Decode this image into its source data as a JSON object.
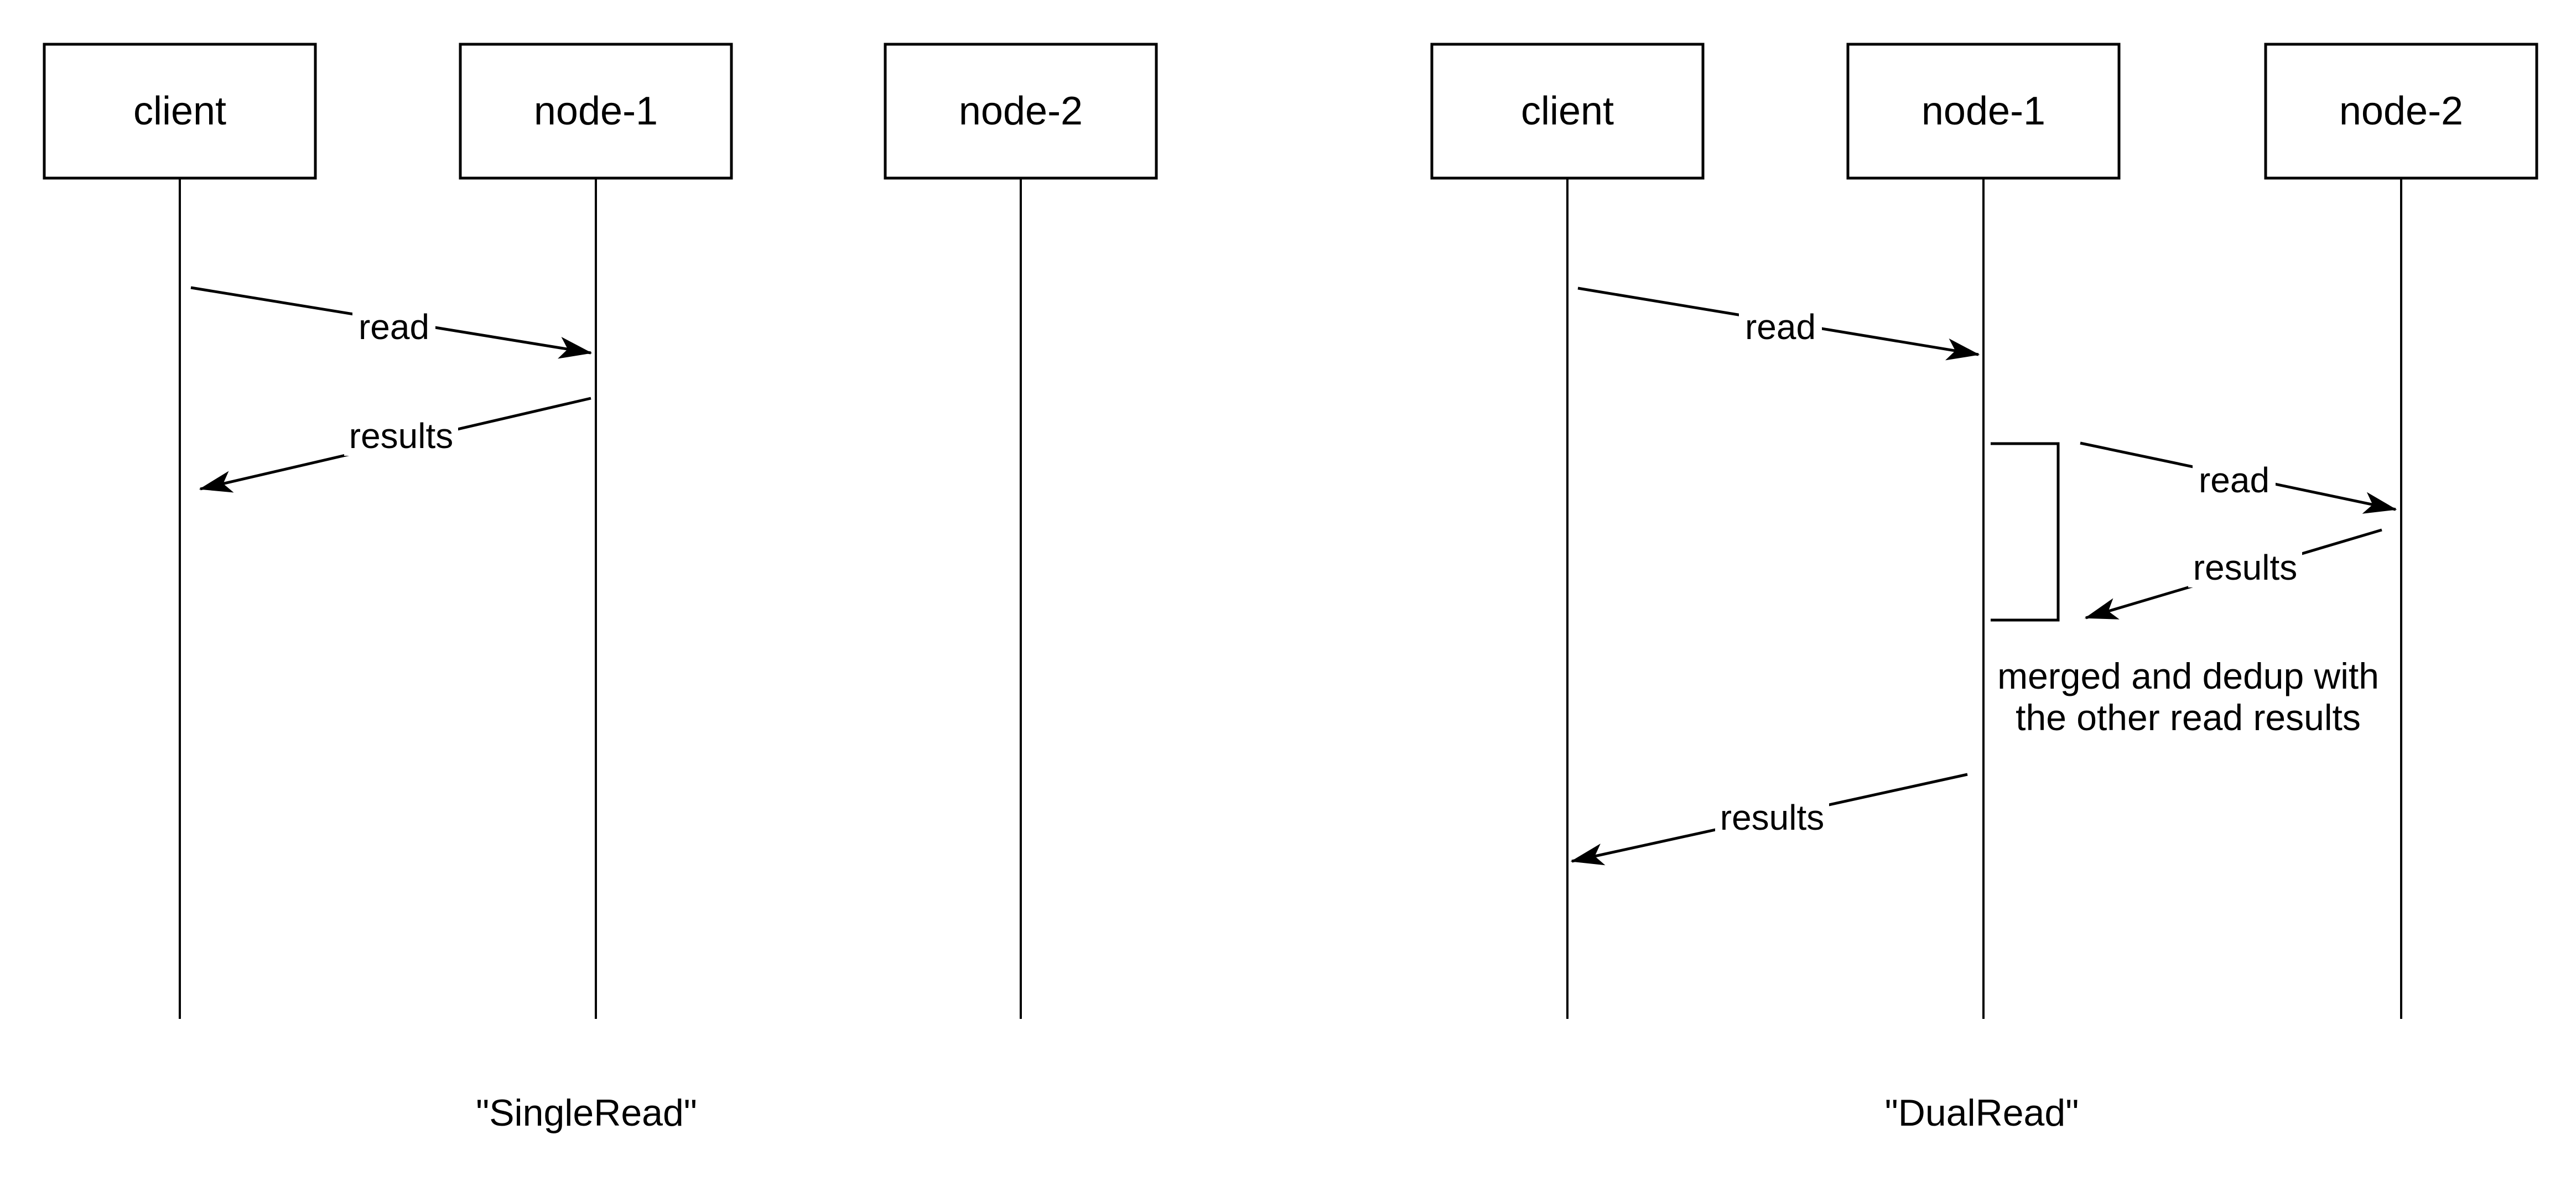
{
  "diagram": {
    "kind": "sequence-diagram",
    "background_color": "#ffffff",
    "line_color": "#000000",
    "text_color": "#000000",
    "panels": [
      {
        "title": "\"SingleRead\"",
        "actors": [
          {
            "label": "client"
          },
          {
            "label": "node-1"
          },
          {
            "label": "node-2"
          }
        ],
        "messages": [
          {
            "label": "read",
            "from": "client",
            "to": "node-1"
          },
          {
            "label": "results",
            "from": "node-1",
            "to": "client"
          }
        ]
      },
      {
        "title": "\"DualRead\"",
        "actors": [
          {
            "label": "client"
          },
          {
            "label": "node-1"
          },
          {
            "label": "node-2"
          }
        ],
        "messages": [
          {
            "label": "read",
            "from": "client",
            "to": "node-1"
          },
          {
            "label": "read",
            "from": "node-1",
            "to": "node-2"
          },
          {
            "label": "results",
            "from": "node-2",
            "to": "node-1"
          },
          {
            "label": "results",
            "from": "node-1",
            "to": "client"
          }
        ],
        "note_lines": [
          "merged and dedup with",
          "the other read results"
        ]
      }
    ]
  }
}
